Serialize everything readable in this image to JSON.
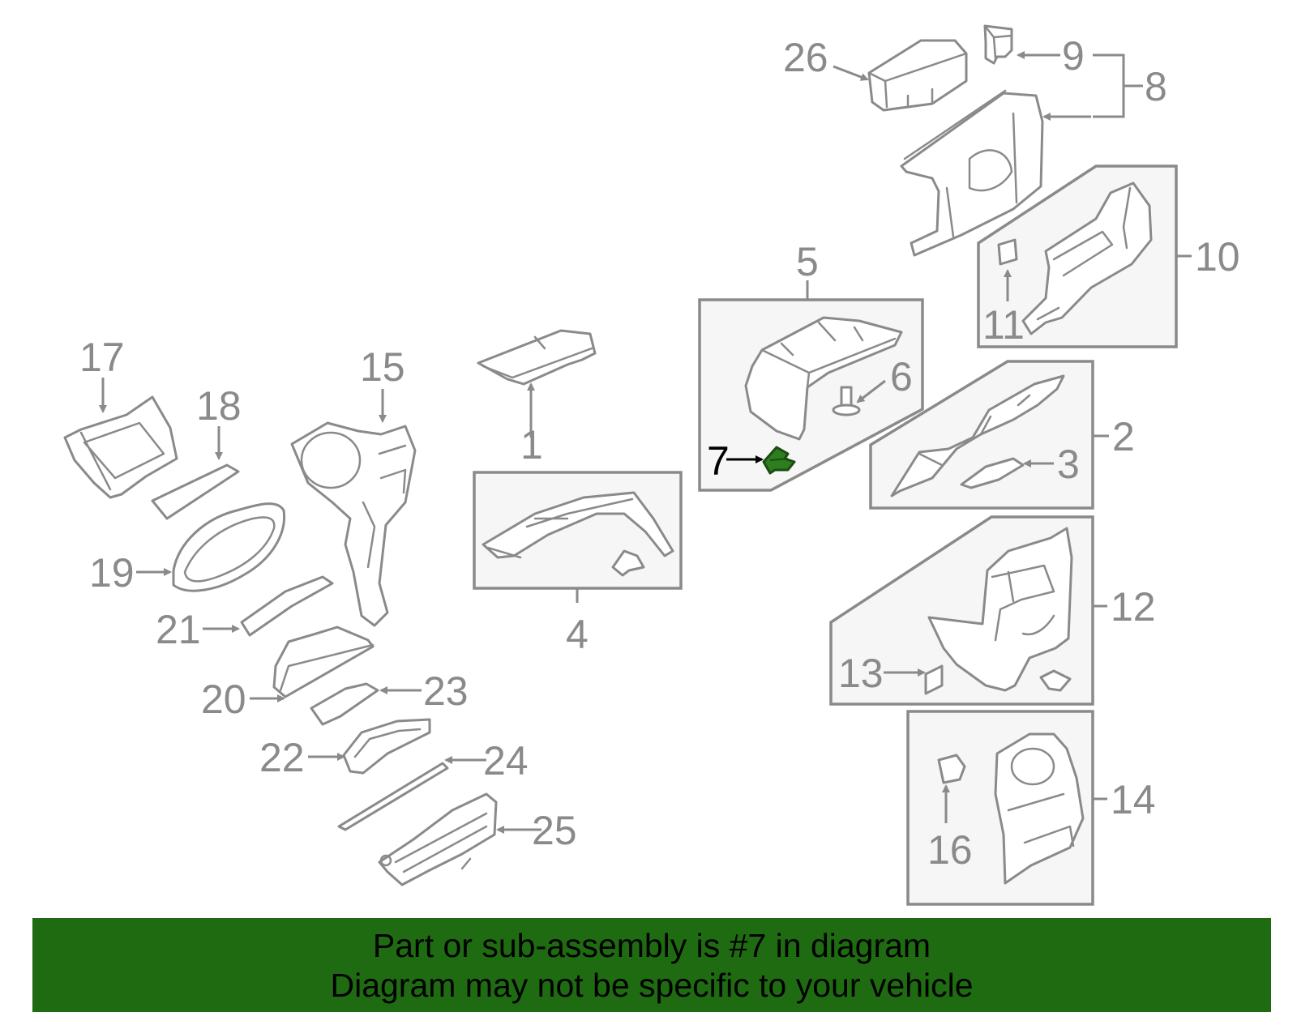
{
  "callouts": {
    "c1": "1",
    "c2": "2",
    "c3": "3",
    "c4": "4",
    "c5": "5",
    "c6": "6",
    "c7": "7",
    "c8": "8",
    "c9": "9",
    "c10": "10",
    "c11": "11",
    "c12": "12",
    "c13": "13",
    "c14": "14",
    "c15": "15",
    "c16": "16",
    "c17": "17",
    "c18": "18",
    "c19": "19",
    "c20": "20",
    "c21": "21",
    "c22": "22",
    "c23": "23",
    "c24": "24",
    "c25": "25",
    "c26": "26"
  },
  "highlighted_part": "7",
  "colors": {
    "line_gray": "#8a8a8a",
    "highlight_green": "#2e7d1e",
    "banner_green": "#1f6b12",
    "box_fill": "#f6f6f6"
  },
  "banner": {
    "line1": "Part or sub-assembly is #7 in diagram",
    "line2": "Diagram may not be specific to your vehicle"
  }
}
